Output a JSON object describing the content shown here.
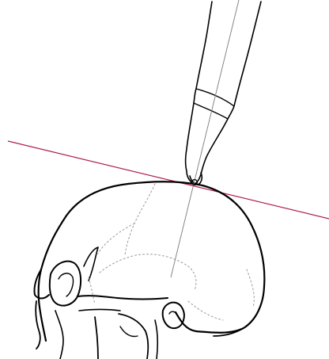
{
  "colors": {
    "background": "#ffffff",
    "outline": "#000000",
    "tangent_line": "#b0204a",
    "axis_line": "#7a7a7a",
    "suture": "#9a9a9a"
  },
  "elements": {
    "instrument": "needle-guide",
    "subject": "skull-lateral-view",
    "tangent": "tangent-line",
    "axis": "trajectory-axis"
  }
}
